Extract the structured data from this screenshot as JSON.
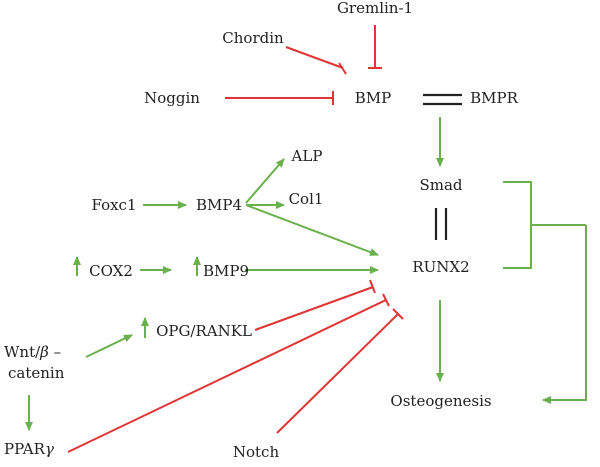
{
  "nodes": {
    "gremlin1": "Gremlin-1",
    "chordin": "Chordin",
    "noggin": "Noggin",
    "bmp": "BMP",
    "bmpr": "BMPR",
    "alp": "ALP",
    "foxc1": "Foxc1",
    "bmp4": "BMP4",
    "col1": "Col1",
    "smad": "Smad",
    "cox2": "COX2",
    "bmp9": "BMP9",
    "runx2": "RUNX2",
    "opg_rankl": "OPG/RANKL",
    "wnt_beta_line1": "Wnt/",
    "wnt_beta_greek": "β",
    "wnt_beta_dash": " –",
    "wnt_beta_line2": "catenin",
    "pparg_text": "PPAR",
    "pparg_greek": "γ",
    "osteogenesis": "Osteogenesis",
    "notch": "Notch"
  },
  "relations": {
    "chordin_bmp": "inhibits",
    "gremlin1_bmp": "inhibits",
    "noggin_bmp": "inhibits",
    "bmp_bmpr": "binds",
    "bmpr_smad": "activates",
    "foxc1_bmp4": "activates",
    "bmp4_alp": "activates",
    "bmp4_col1": "activates",
    "bmp4_runx2": "activates",
    "cox2_bmp9": "upregulates",
    "bmp9_runx2": "activates",
    "smad_runx2": "interacts",
    "smad_runx2_osteogenesis": "activates",
    "runx2_osteogenesis": "activates",
    "wnt_opg_rankl": "upregulates",
    "wnt_pparg": "activates",
    "opg_rankl_runx2": "inhibits",
    "pparg_runx2": "inhibits",
    "notch_runx2": "inhibits"
  },
  "colors": {
    "activation": "#6ab04c",
    "inhibition": "#e03535",
    "binding": "#222222",
    "text": "#222222"
  }
}
